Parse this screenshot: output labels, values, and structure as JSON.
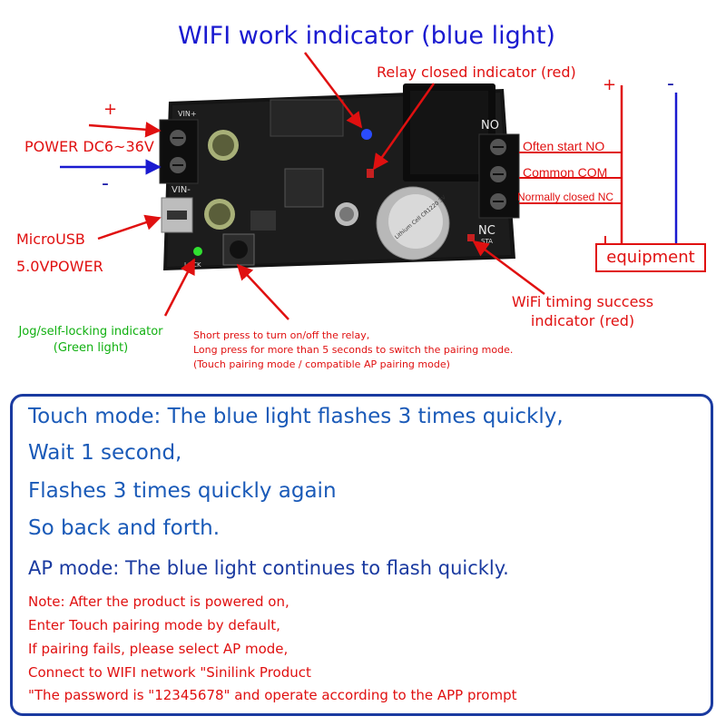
{
  "title": "WIFI work indicator (blue light)",
  "labels": {
    "relay_closed": "Relay closed indicator (red)",
    "plus_left": "+",
    "power": "POWER DC6~36V",
    "minus_left": "-",
    "microusb": "MicroUSB",
    "power_5v": "5.0VPOWER",
    "jog": "Jog/self-locking indicator (Green light)",
    "button_desc": "Short press to turn on/off the relay,\nLong press for more than 5 seconds to switch the pairing mode.\n(Touch pairing mode / compatible AP pairing mode)",
    "often_start": "Often start NO",
    "common": "Common COM",
    "normally_closed": "Normally closed NC",
    "plus_right": "+",
    "minus_right": "-",
    "equipment": "equipment",
    "timing": "WiFi timing success indicator (red)"
  },
  "board": {
    "vin_plus": "VIN+",
    "vin_minus": "VIN-",
    "no": "NO",
    "nc": "NC",
    "lock": "LOCK",
    "sta": "STA",
    "battery": "Lithium Cell CR1220 3V"
  },
  "info": {
    "lines": [
      "Touch mode: The blue light flashes 3 times quickly,",
      "Wait 1 second,",
      "Flashes 3 times quickly again",
      "So back and forth."
    ],
    "ap_mode": "AP mode: The blue light continues to flash quickly.",
    "notes": [
      "Note: After the product is powered on,",
      "Enter Touch pairing mode by default,",
      "If pairing fails, please select AP mode,",
      "Connect to WIFI network \"Sinilink Product",
      "\"The password is \"12345678\" and operate according to the APP prompt"
    ]
  },
  "colors": {
    "red": "#e01010",
    "blue": "#1a1ad0",
    "green": "#11b011",
    "box_border": "#1a3aa0"
  }
}
